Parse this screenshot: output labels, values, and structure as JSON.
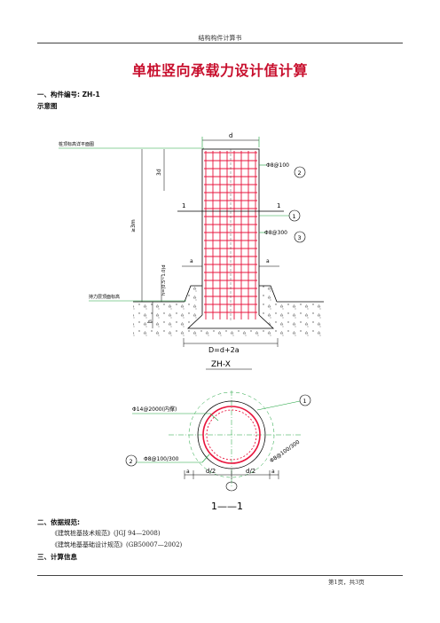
{
  "header": {
    "text": "结构构件计算书"
  },
  "title": "单桩竖向承载力设计值计算",
  "section1": {
    "heading": "一、构件编号: ZH-1",
    "subheading": "示意图"
  },
  "figure1": {
    "label_d": "d",
    "label_top": "桩顶标高详平面图",
    "label_rebar1": "Φ8@100",
    "label_rebar3": "Φ8@300",
    "label_cap": "持力层顶面标高",
    "label_a_left": "a",
    "label_a_right": "a",
    "label_D": "D=d+2a",
    "label_name": "ZH-X",
    "label_section": "1",
    "mark1": "1",
    "mark2": "2",
    "mark3": "3",
    "dim_top": "3d",
    "dim_mid": "≥3m",
    "dim_lower": "h=(0.5~1.0)d",
    "dim_h": "h"
  },
  "figure2": {
    "label_main": "Φ14@2000(内撑)",
    "label_stirrup": "Φ8@100/300",
    "label_side": "Φ8@100/300",
    "mark1": "1",
    "mark2": "2",
    "label_a1": "a",
    "label_a2": "a",
    "label_d1": "d/2",
    "label_d2": "d/2",
    "label_section": "1——1"
  },
  "section2": {
    "heading": "二、依据规范:",
    "refs": [
      "《建筑桩基技术规范》(JGJ 94—2008)",
      "《建筑地基基础设计规范》(GB50007—2002)"
    ]
  },
  "section3": {
    "heading": "三、计算信息"
  },
  "footer": {
    "page": "第1页，共3页"
  },
  "colors": {
    "title": "#c8102e",
    "rebar": "#e8143c",
    "leader": "#1aa13a",
    "line": "#000000"
  }
}
